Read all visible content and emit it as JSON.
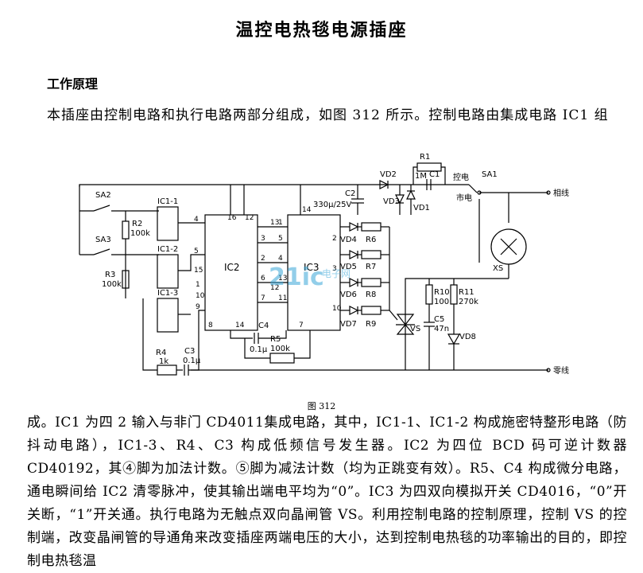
{
  "document": {
    "title": "温控电热毯电源插座",
    "section_heading": "工作原理",
    "intro": "本插座由控制电路和执行电路两部分组成，如图 312 所示。控制电路由集成电路 IC1 组",
    "figure_caption": "图 312",
    "body": "成。IC1 为四 2 输入与非门 CD4011集成电路，其中，IC1-1、IC1-2 构成施密特整形电路（防抖动电路），IC1-3、R4、C3 构成低频信号发生器。IC2 为四位 BCD 码可逆计数器 CD40192，其④脚为加法计数。⑤脚为减法计数（均为正跳变有效）。R5、C4 构成微分电路，通电瞬间给 IC2 清零脉冲，使其输出端电平均为“0”。IC3 为四双向模拟开关 CD4016，“0”开关断，“1”开关通。执行电路为无触点双向晶闸管 VS。利用控制电路的控制原理，控制 VS 的控制端，改变晶闸管的导通角来改变插座两端电压的大小，达到控制电热毯的功率输出的目的，即控制电热毯温"
  },
  "circuit": {
    "ic_labels": [
      "IC2",
      "IC3"
    ],
    "gate_labels": [
      "IC1-1",
      "IC1-2",
      "IC1-3"
    ],
    "switch_labels": [
      "SA2",
      "SA3",
      "SA1"
    ],
    "resistors": [
      {
        "id": "R1",
        "value": "1M"
      },
      {
        "id": "R2",
        "value": "100k"
      },
      {
        "id": "R3",
        "value": "100k"
      },
      {
        "id": "R4",
        "value": "1k"
      },
      {
        "id": "R5",
        "value": "100k"
      },
      {
        "id": "R6",
        "value": ""
      },
      {
        "id": "R7",
        "value": ""
      },
      {
        "id": "R8",
        "value": ""
      },
      {
        "id": "R9",
        "value": ""
      },
      {
        "id": "R10",
        "value": "100"
      },
      {
        "id": "R11",
        "value": "270k"
      }
    ],
    "capacitors": [
      {
        "id": "C1",
        "value": ""
      },
      {
        "id": "C2",
        "value": "330μ/25V"
      },
      {
        "id": "C3",
        "value": "0.1μ"
      },
      {
        "id": "C4",
        "value": "0.1μ"
      },
      {
        "id": "C5",
        "value": "47n"
      }
    ],
    "diodes": [
      "VD1",
      "VD2",
      "VD3",
      "VD4",
      "VD5",
      "VD6",
      "VD7",
      "VD8"
    ],
    "triac": "VS",
    "socket": "XS",
    "line_labels": {
      "live": "相线",
      "neutral": "零线",
      "control": "控电",
      "power": "市电"
    },
    "ic2_pins": [
      "4",
      "16",
      "12",
      "13",
      "5",
      "15",
      "1",
      "10",
      "9",
      "8",
      "14",
      "3",
      "2",
      "6",
      "7"
    ],
    "ic3_pins": [
      "14",
      "1",
      "5",
      "4",
      "2",
      "13",
      "11",
      "12",
      "3",
      "10",
      "7"
    ],
    "watermark": "21ic",
    "watermark_sub": "电子网"
  }
}
